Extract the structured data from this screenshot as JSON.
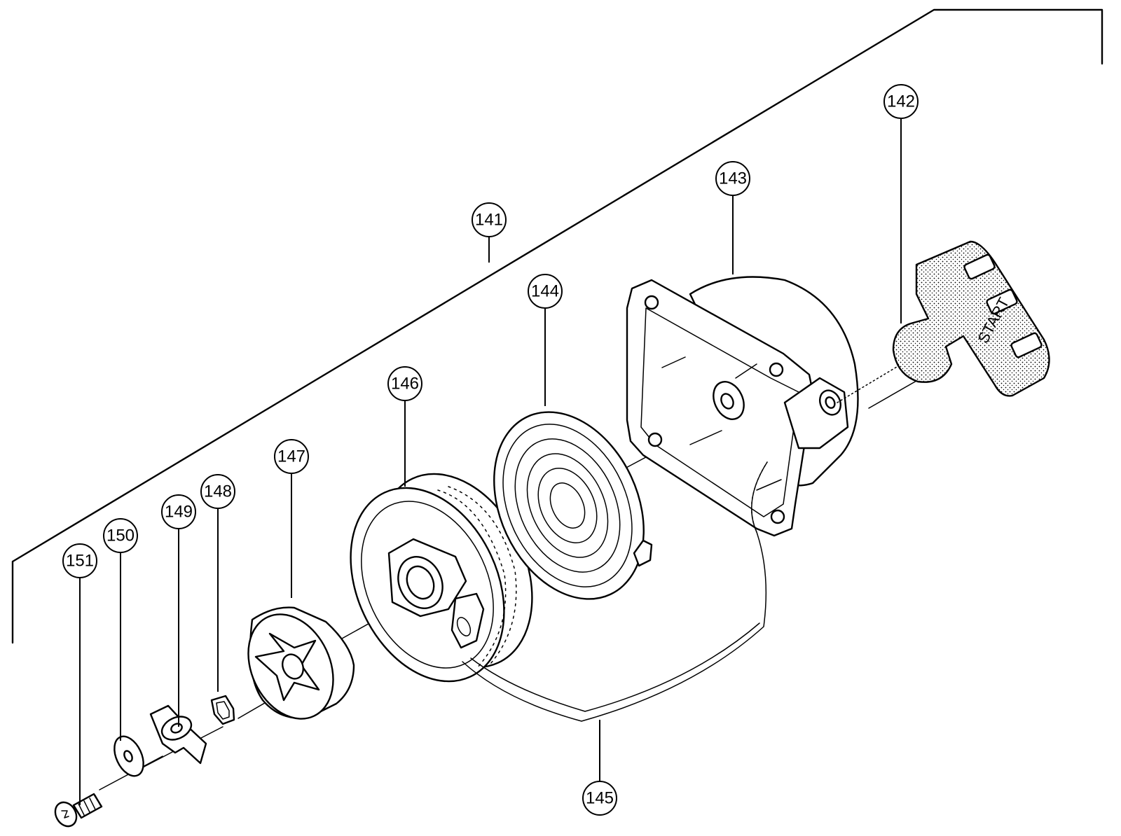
{
  "callouts": {
    "c141": "141",
    "c142": "142",
    "c143": "143",
    "c144": "144",
    "c145": "145",
    "c146": "146",
    "c147": "147",
    "c148": "148",
    "c149": "149",
    "c150": "150",
    "c151": "151"
  },
  "handle_text": "START",
  "line_color": "#000000",
  "background": "#ffffff"
}
